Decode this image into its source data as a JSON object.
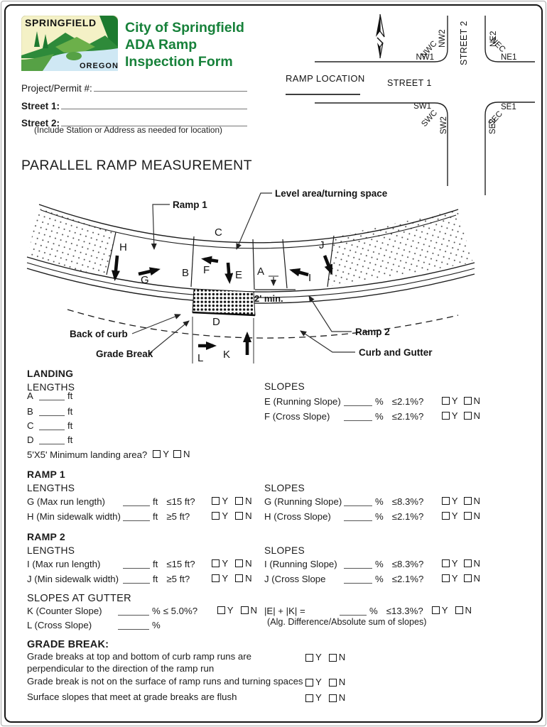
{
  "colors": {
    "brand_green": "#17813a",
    "logo_dark_green": "#1d7a2f",
    "logo_mid_green": "#2e8a3a",
    "logo_light_green": "#6cb04a",
    "logo_sky": "#f4f1c6",
    "logo_river": "#cfe8f4",
    "ink": "#1b1b1b"
  },
  "header": {
    "logo": {
      "name": "SPRINGFIELD",
      "state": "OREGON"
    },
    "title_lines": [
      "City of Springfield",
      "ADA Ramp",
      "Inspection Form"
    ],
    "fields": {
      "project_permit": "Project/Permit #:",
      "street1": "Street 1:",
      "street2": "Street 2:",
      "note": "(Include Station or Address as needed for location)"
    }
  },
  "location_diagram": {
    "title": "RAMP LOCATION",
    "street1": "STREET 1",
    "street2": "STREET 2",
    "corners": {
      "nw1": "NW1",
      "nwc": "NWC",
      "nw2": "NW2",
      "ne1": "NE1",
      "nec": "NEC",
      "ne2": "NE2",
      "sw1": "SW1",
      "swc": "SWC",
      "sw2": "SW2",
      "se1": "SE1",
      "sec": "SEC",
      "se2": "SE2"
    }
  },
  "section_title": "PARALLEL RAMP MEASUREMENT",
  "diagram": {
    "callouts": {
      "ramp1": "Ramp 1",
      "level_area": "Level area/turning space",
      "back_of_curb": "Back of curb",
      "grade_break": "Grade Break",
      "ramp2": "Ramp 2",
      "curb_gutter": "Curb and Gutter",
      "min_dim": "2' min."
    },
    "letters": {
      "a": "A",
      "b": "B",
      "c": "C",
      "d": "D",
      "e": "E",
      "f": "F",
      "g": "G",
      "h": "H",
      "i": "I",
      "j": "J",
      "k": "K",
      "l": "L"
    }
  },
  "yn": {
    "y": "Y",
    "n": "N"
  },
  "landing": {
    "title": "LANDING",
    "lengths_title": "LENGTHS",
    "slopes_title": "SLOPES",
    "length_rows": [
      {
        "label": "A",
        "unit": "ft"
      },
      {
        "label": "B",
        "unit": "ft"
      },
      {
        "label": "C",
        "unit": "ft"
      },
      {
        "label": "D",
        "unit": "ft"
      }
    ],
    "question": "5'X5' Minimum landing area?",
    "slope_rows": [
      {
        "label": "E (Running Slope)",
        "unit": "%",
        "criteria": "≤2.1%?"
      },
      {
        "label": "F (Cross Slope)",
        "unit": "%",
        "criteria": "≤2.1%?"
      }
    ]
  },
  "ramp1": {
    "title": "RAMP 1",
    "lengths_title": "LENGTHS",
    "slopes_title": "SLOPES",
    "length_rows": [
      {
        "label": "G (Max run length)",
        "unit": "ft",
        "criteria": "≤15 ft?"
      },
      {
        "label": "H (Min sidewalk width)",
        "unit": "ft",
        "criteria": "≥5 ft?"
      }
    ],
    "slope_rows": [
      {
        "label": "G (Running Slope)",
        "unit": "%",
        "criteria": "≤8.3%?"
      },
      {
        "label": "H (Cross Slope)",
        "unit": "%",
        "criteria": "≤2.1%?"
      }
    ]
  },
  "ramp2": {
    "title": "RAMP 2",
    "lengths_title": "LENGTHS",
    "slopes_title": "SLOPES",
    "length_rows": [
      {
        "label": "I (Max run length)",
        "unit": "ft",
        "criteria": "≤15 ft?"
      },
      {
        "label": "J (Min sidewalk width)",
        "unit": "ft",
        "criteria": "≥5 ft?"
      }
    ],
    "slope_rows": [
      {
        "label": "I (Running Slope)",
        "unit": "%",
        "criteria": "≤8.3%?"
      },
      {
        "label": "J (Cross Slope",
        "unit": "%",
        "criteria": "≤2.1%?"
      }
    ]
  },
  "gutter": {
    "title": "SLOPES AT GUTTER",
    "rows": [
      {
        "label": "K (Counter Slope)",
        "unit": "%",
        "criteria": "≤ 5.0%?"
      },
      {
        "label": "L (Cross Slope)",
        "unit": "%",
        "criteria": ""
      }
    ],
    "formula": {
      "label": "|E| + |K| =",
      "unit": "%",
      "criteria": "≤13.3%?",
      "note": "(Alg. Difference/Absolute sum of slopes)"
    }
  },
  "grade_break": {
    "title": "GRADE BREAK:",
    "items": [
      "Grade breaks at top and bottom of curb ramp runs are perpendicular to the direction of the ramp run",
      "Grade break is not on the surface of ramp runs and turning spaces",
      "Surface slopes that meet at grade breaks are flush"
    ]
  }
}
